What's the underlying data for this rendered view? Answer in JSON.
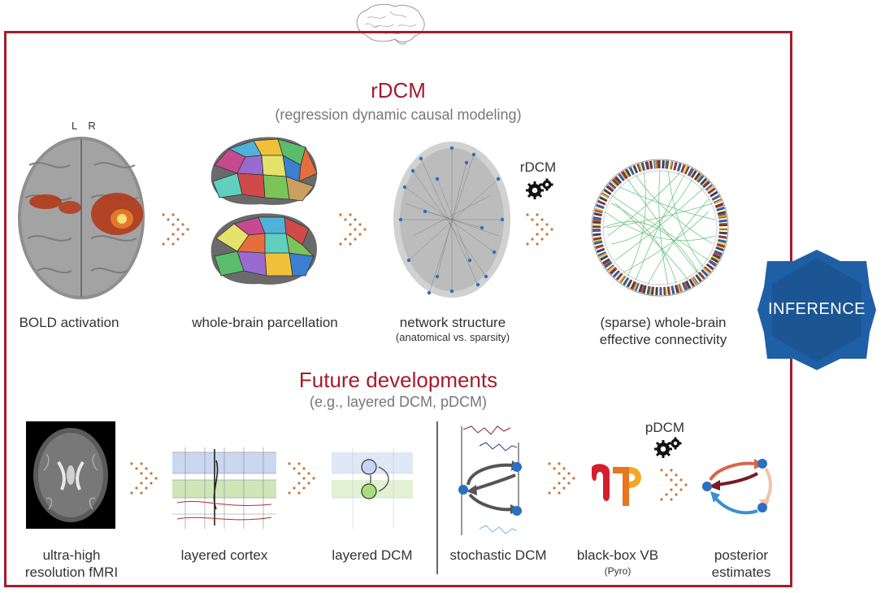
{
  "header": {
    "title": "rDCM",
    "subtitle": "(regression dynamic causal modeling)"
  },
  "top_row": {
    "brain_lr": "L  R",
    "bold_label": "BOLD activation",
    "parcellation_label": "whole-brain parcellation",
    "network_label": "network structure",
    "network_sublabel": "(anatomical vs. sparsity)",
    "method_label": "rDCM",
    "connectivity_label_1": "(sparse) whole-brain",
    "connectivity_label_2": "effective connectivity"
  },
  "inference": {
    "label": "INFERENCE"
  },
  "future": {
    "title": "Future developments",
    "subtitle": "(e.g., layered DCM, pDCM)"
  },
  "bottom_row": {
    "fmri_label_1": "ultra-high",
    "fmri_label_2": "resolution fMRI",
    "cortex_label": "layered cortex",
    "layered_dcm_label": "layered DCM",
    "stochastic_label": "stochastic DCM",
    "blackbox_label": "black-box VB",
    "blackbox_sublabel": "(Pyro)",
    "pdcm_label": "pDCM",
    "posterior_label_1": "posterior",
    "posterior_label_2": "estimates"
  },
  "colors": {
    "frame": "#a51c2a",
    "inference": "#1f5fa6",
    "node": "#2a6fc2",
    "connectivity": "#2aa84a"
  }
}
